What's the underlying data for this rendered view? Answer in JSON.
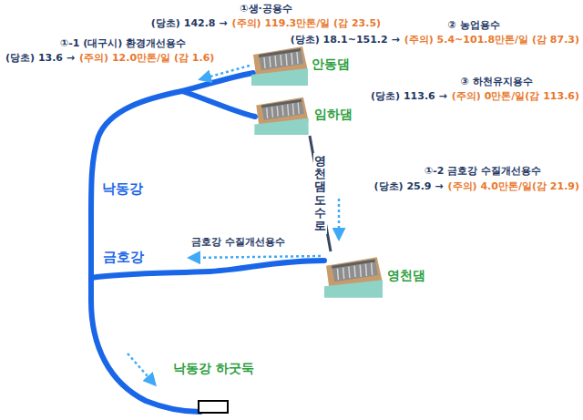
{
  "diagram": {
    "nodes": [
      {
        "text": [
          "안동댐"
        ]
      },
      {
        "text": [
          "임하댐"
        ]
      },
      {
        "text": [
          "영천댐"
        ]
      },
      {
        "text": [
          "낙동강 하굿둑"
        ]
      }
    ],
    "edges": [
      {
        "from": 1,
        "to": 2,
        "arrow": "none",
        "label": "영천댐도수로"
      }
    ],
    "labels": [
      "①생·공용수",
      "(당초) 142.8 →",
      "(주의) 119.3만톤/일 (감 23.5)",
      "② 농업용수",
      "(당초) 18.1~151.2 →",
      "(주의) 5.4~101.8만톤/일 (감 87.3)",
      "①-1 (대구시) 환경개선용수",
      "(당초) 13.6 →",
      "(주의) 12.0만톤/일 (감 1.6)",
      "③ 하천유지용수",
      "(당초) 113.6 →",
      "(주의) 0만톤/일(감 113.6)",
      "①-2 금호강 수질개선용수",
      "(당초) 25.9 →",
      "(주의) 4.0만톤/일(감 21.9)",
      "금호강 수질개선용수",
      "낙동강",
      "금호강"
    ]
  }
}
